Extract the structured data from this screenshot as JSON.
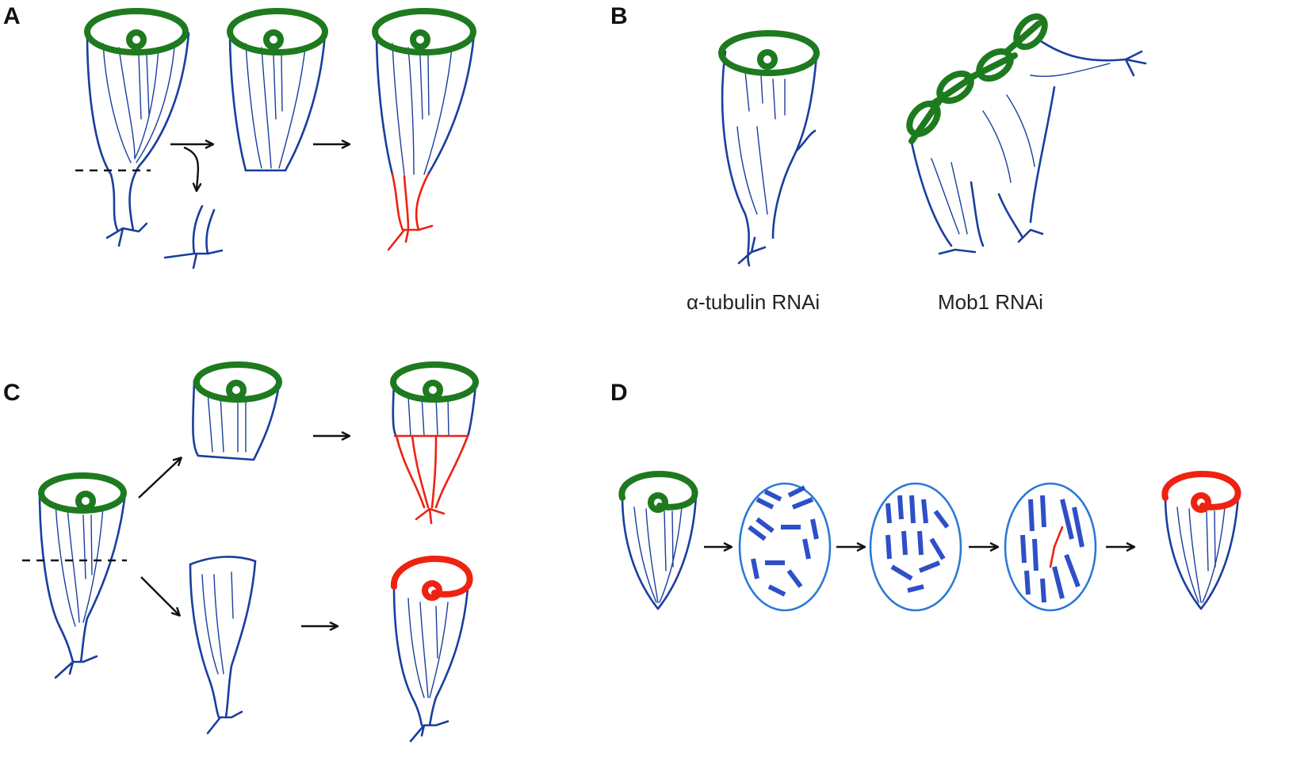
{
  "figure": {
    "panels": [
      {
        "letter": "A"
      },
      {
        "letter": "B",
        "captions": [
          "α-tubulin RNAi",
          "Mob1 RNAi"
        ]
      },
      {
        "letter": "C"
      },
      {
        "letter": "D"
      }
    ]
  },
  "colors": {
    "cell_outline": "#1a3e9e",
    "oral_apparatus": "#1e7a1e",
    "regenerated": "#ee2211",
    "cyst_wall": "#2a7ad5",
    "arrow": "#111111"
  }
}
